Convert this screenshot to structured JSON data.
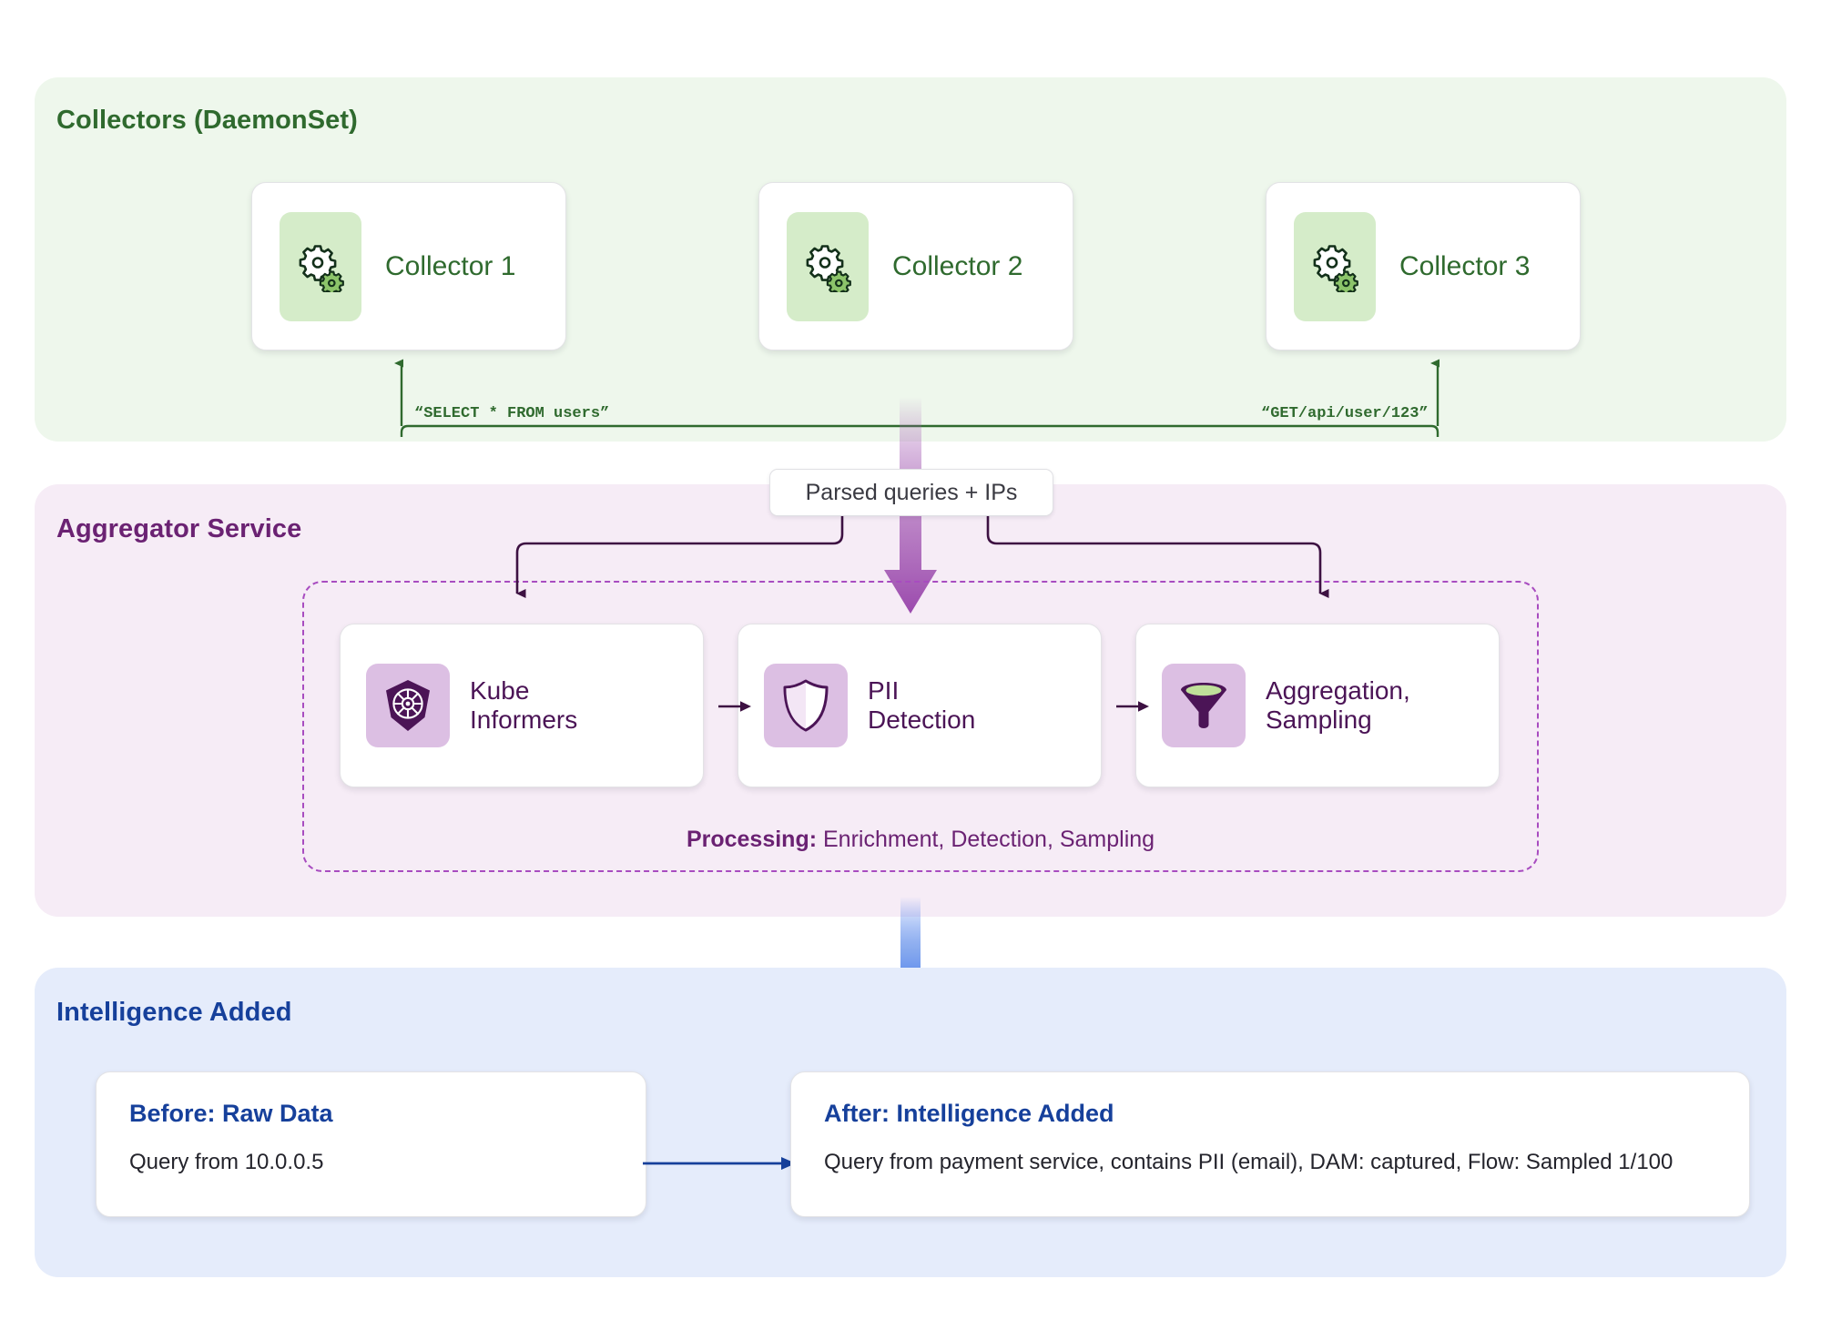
{
  "sections": {
    "collectors": {
      "title": "Collectors (DaemonSet)",
      "bg": "#eef7ec",
      "accent": "#2f6a2e",
      "cards": [
        {
          "label": "Collector 1",
          "icon": "gears-icon"
        },
        {
          "label": "Collector 2",
          "icon": "gears-icon"
        },
        {
          "label": "Collector 3",
          "icon": "gears-icon"
        }
      ],
      "feedback_labels": {
        "left": "“SELECT * FROM users”",
        "right": "“GET/api/user/123”"
      }
    },
    "aggregator": {
      "title": "Aggregator Service",
      "bg": "#f6ecf6",
      "accent": "#6b2273",
      "flow_pill": "Parsed queries + IPs",
      "stages": [
        {
          "label": "Kube Informers",
          "line1": "Kube",
          "line2": "Informers",
          "icon": "kubernetes-icon"
        },
        {
          "label": "PII Detection",
          "line1": "PII",
          "line2": "Detection",
          "icon": "shield-icon"
        },
        {
          "label": "Aggregation, Sampling",
          "line1": "Aggregation,",
          "line2": "Sampling",
          "icon": "funnel-icon"
        }
      ],
      "processing_caption_label": "Processing:",
      "processing_caption_value": " Enrichment, Detection, Sampling",
      "dashed_border_color": "#a84cc0"
    },
    "intelligence": {
      "title": "Intelligence Added",
      "bg": "#e5ecfb",
      "accent": "#16409b",
      "before": {
        "title": "Before: Raw Data",
        "body": "Query from 10.0.0.5"
      },
      "after": {
        "title": "After: Intelligence Added",
        "body": "Query from payment service, contains PII (email), DAM: captured, Flow: Sampled 1/100"
      }
    }
  },
  "colors": {
    "green_line": "#2f6a2e",
    "purple_arrow": "#9b4aad",
    "blue_arrow": "#2563eb",
    "navy_arrow": "#16409b",
    "dark_purple_connector": "#3d1142"
  }
}
